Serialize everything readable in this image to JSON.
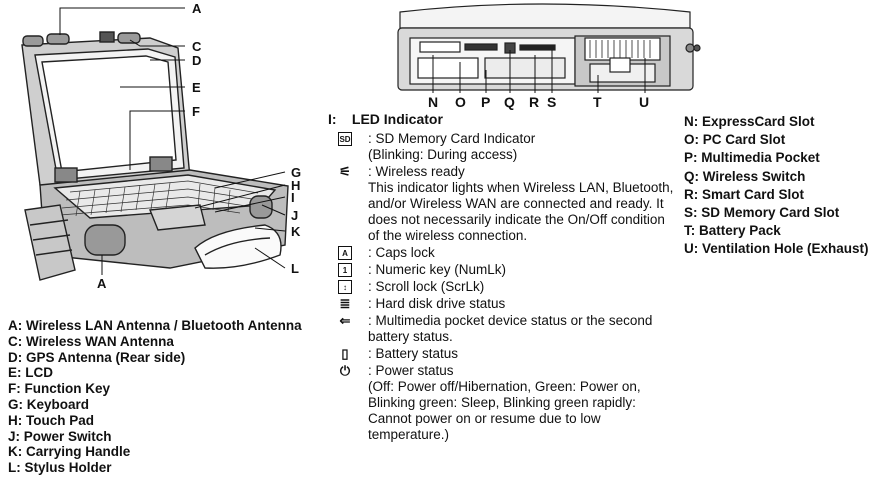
{
  "callouts_left": [
    "A",
    "C",
    "D",
    "E",
    "F",
    "G",
    "H",
    "I",
    "J",
    "K",
    "L",
    "A"
  ],
  "callouts_right": [
    "N",
    "O",
    "P",
    "Q",
    "R",
    "S",
    "T",
    "U"
  ],
  "legend_left": [
    "A: Wireless LAN Antenna / Bluetooth Antenna",
    "C: Wireless WAN Antenna",
    "D: GPS Antenna (Rear side)",
    "E: LCD",
    "F: Function Key",
    "G: Keyboard",
    "H: Touch Pad",
    "J: Power Switch",
    "K: Carrying Handle",
    "L: Stylus Holder"
  ],
  "led": {
    "title_letter": "I:",
    "title": "LED Indicator",
    "items": [
      {
        "icon": "SD",
        "head": ": SD Memory Card Indicator",
        "desc": "(Blinking: During access)"
      },
      {
        "icon": "⚟",
        "head": ": Wireless ready",
        "desc": "This indicator lights when Wireless LAN, Bluetooth, and/or Wireless WAN are connected and ready. It does not necessarily indicate the On/Off condition of the wireless connection."
      },
      {
        "icon": "A",
        "head": ": Caps lock",
        "desc": ""
      },
      {
        "icon": "1",
        "head": ": Numeric key (NumLk)",
        "desc": ""
      },
      {
        "icon": "↕",
        "head": ": Scroll lock (ScrLk)",
        "desc": ""
      },
      {
        "icon": "≣",
        "head": ": Hard disk drive status",
        "desc": ""
      },
      {
        "icon": "⇐",
        "head": ": Multimedia pocket device status or the second battery status.",
        "desc": ""
      },
      {
        "icon": "▯",
        "head": ": Battery status",
        "desc": ""
      },
      {
        "icon": "⏻",
        "head": ": Power status",
        "desc": "(Off: Power off/Hibernation, Green: Power on, Blinking green: Sleep, Blinking green rapidly: Cannot power on or resume due to low temperature.)"
      }
    ]
  },
  "legend_right": [
    "N: ExpressCard Slot",
    "O: PC Card Slot",
    "P: Multimedia Pocket",
    "Q: Wireless Switch",
    "R: Smart Card Slot",
    "S: SD Memory Card Slot",
    "T: Battery Pack",
    "U: Ventilation Hole (Exhaust)"
  ]
}
